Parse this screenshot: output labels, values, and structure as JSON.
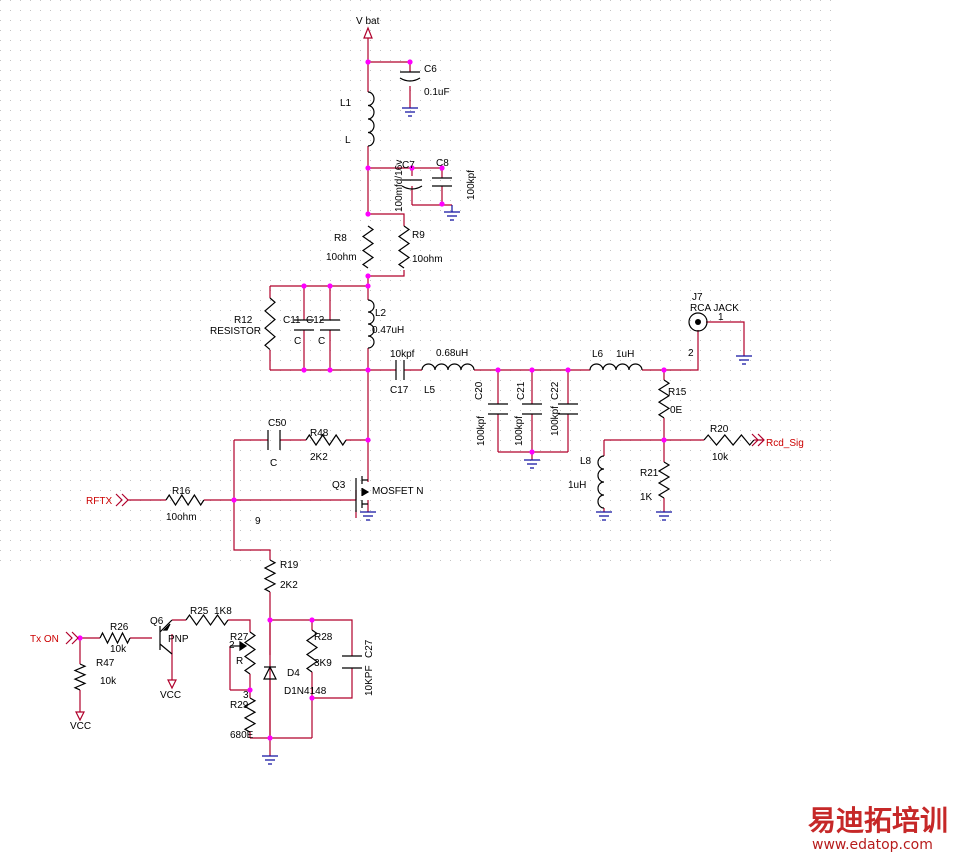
{
  "power": {
    "vbat": "V bat",
    "vcc_pnp": "VCC",
    "vcc_r47": "VCC"
  },
  "nets": {
    "rftx": "RFTX",
    "txon": "Tx ON",
    "rcdsig": "Rcd_Sig",
    "node9": "9"
  },
  "components": {
    "C6": {
      "ref": "C6",
      "value": "0.1uF"
    },
    "L1": {
      "ref": "L1",
      "value": "L"
    },
    "C7": {
      "ref": "C7",
      "value": "100mfd/16v"
    },
    "C8": {
      "ref": "C8",
      "value": "100kpf"
    },
    "R8": {
      "ref": "R8",
      "value": "10ohm"
    },
    "R9": {
      "ref": "R9",
      "value": "10ohm"
    },
    "R12": {
      "ref": "R12",
      "value": "RESISTOR"
    },
    "C11": {
      "ref": "C11",
      "value": "C"
    },
    "C12": {
      "ref": "C12",
      "value": "C"
    },
    "L2": {
      "ref": "L2",
      "value": "0.47uH"
    },
    "C17": {
      "ref": "C17",
      "value": "10kpf"
    },
    "L5": {
      "ref": "L5",
      "value": "0.68uH"
    },
    "C20": {
      "ref": "C20",
      "value": "100kpf"
    },
    "C21": {
      "ref": "C21",
      "value": "100kpf"
    },
    "C22": {
      "ref": "C22",
      "value": "100kpf"
    },
    "L6": {
      "ref": "L6",
      "value": "1uH"
    },
    "J7": {
      "ref": "J7",
      "value": "RCA JACK",
      "pin1": "1",
      "pin2": "2"
    },
    "R15": {
      "ref": "R15",
      "value": "0E"
    },
    "R20": {
      "ref": "R20",
      "value": "10k"
    },
    "L8": {
      "ref": "L8",
      "value": "1uH"
    },
    "R21": {
      "ref": "R21",
      "value": "1K"
    },
    "C50": {
      "ref": "C50",
      "value": "C"
    },
    "R48": {
      "ref": "R48",
      "value": "2K2"
    },
    "Q3": {
      "ref": "Q3",
      "value": "MOSFET N"
    },
    "R16": {
      "ref": "R16",
      "value": "10ohm"
    },
    "R19": {
      "ref": "R19",
      "value": "2K2"
    },
    "R25": {
      "ref": "R25",
      "value": "1K8"
    },
    "Q6": {
      "ref": "Q6",
      "value": "PNP"
    },
    "R26": {
      "ref": "R26",
      "value": "10k"
    },
    "R47": {
      "ref": "R47",
      "value": "10k"
    },
    "R27": {
      "ref": "R27",
      "value": "R",
      "pin2": "2",
      "pin3": "3"
    },
    "R29": {
      "ref": "R29",
      "value": "680E"
    },
    "D4": {
      "ref": "D4",
      "value": "D1N4148"
    },
    "R28": {
      "ref": "R28",
      "value": "3K9"
    },
    "C27": {
      "ref": "C27",
      "value": "10KPF"
    }
  },
  "watermark": {
    "cn": "易迪拓培训",
    "url": "www.edatop.com"
  },
  "colors": {
    "wire": "#b0002b",
    "junction": "#ff00ff",
    "net_label": "#cc0000",
    "body": "#000000",
    "ground": "#1010a0"
  }
}
